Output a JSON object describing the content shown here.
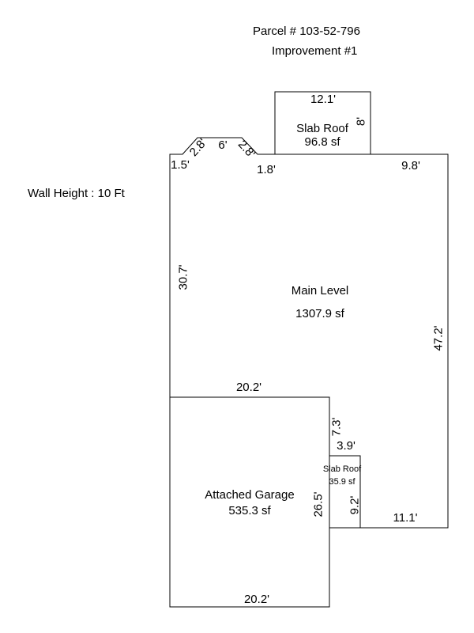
{
  "header": {
    "parcel": "Parcel # 103-52-796",
    "improvement": "Improvement #1"
  },
  "wall_height": "Wall Height : 10 Ft",
  "areas": {
    "main": {
      "name": "Main Level",
      "size": "1307.9 sf"
    },
    "garage": {
      "name": "Attached Garage",
      "size": "535.3 sf"
    },
    "slab_top": {
      "name": "Slab Roof",
      "size": "96.8 sf"
    },
    "slab_small": {
      "name": "Slab Roof",
      "size": "35.9 sf"
    }
  },
  "dimensions": {
    "slab_top_width": "12.1'",
    "slab_top_depth": "8'",
    "bay_left_short": "1.5'",
    "bay_left_angle": "2.8'",
    "bay_top": "6'",
    "bay_right_angle": "2.8'",
    "bay_right_short": "1.8'",
    "main_top_right": "9.8'",
    "main_left": "30.7'",
    "main_right": "47.2'",
    "garage_top": "20.2'",
    "notch_vertical": "7.3'",
    "notch_width": "3.9'",
    "garage_right": "26.5'",
    "slab_small_depth": "9.2'",
    "bottom_right": "11.1'",
    "garage_bottom": "20.2'"
  },
  "colors": {
    "line": "#000000",
    "background": "#ffffff"
  }
}
